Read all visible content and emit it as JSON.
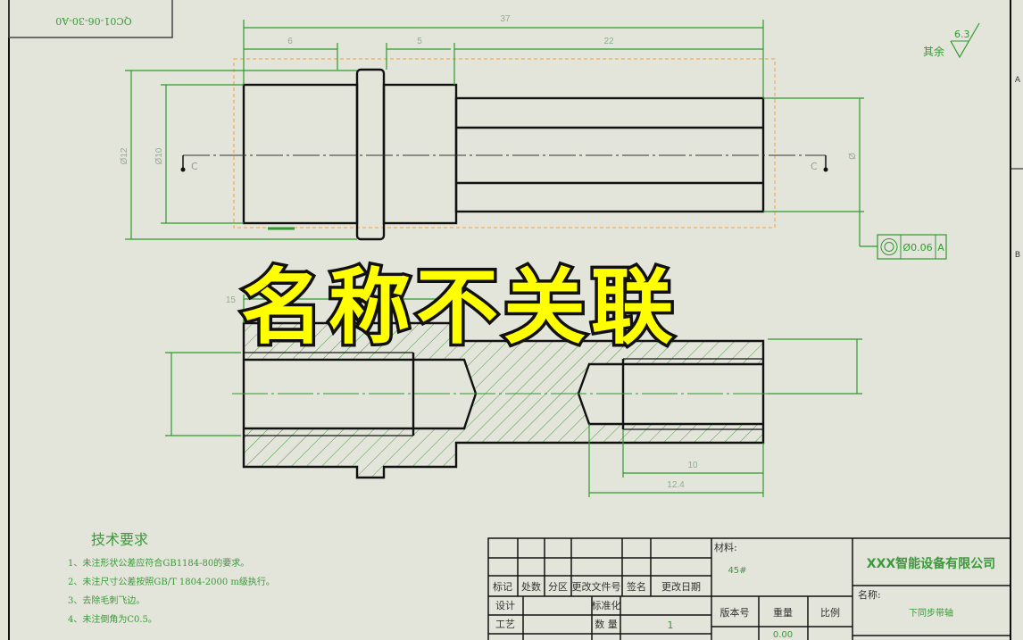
{
  "drawing": {
    "drawing_number": "QC01-06-30-A0",
    "zone_labels": [
      "A",
      "B"
    ],
    "dimensions": {
      "overall_length": "37",
      "left_body": "6",
      "middle": "5",
      "shaft": "22",
      "dia_outer": "Ø12",
      "dia_body": "Ø10",
      "dia_shaft": "Ø",
      "section_top": "15",
      "thread_depth": "10",
      "hole_depth": "12.4"
    },
    "section_markers": [
      "C",
      "C"
    ],
    "surface_finish": {
      "label": "其余",
      "value": "6.3"
    },
    "tolerance_frame": {
      "symbol": "concentricity-icon",
      "value": "Ø0.06",
      "datum": "A"
    },
    "overlay_caption": "名称不关联",
    "colors": {
      "lines": "#111111",
      "dimensions": "#2f9a2f",
      "caption": "#ffff00",
      "selection": "#f0a040"
    }
  },
  "tech_requirements": {
    "title": "技术要求",
    "items": [
      "1、未注形状公差应符合GB1184-80的要求。",
      "2、未注尺寸公差按照GB/T 1804-2000 m级执行。",
      "3、去除毛刺飞边。",
      "4、未注倒角为C0.5。"
    ]
  },
  "title_block": {
    "revision_headers": [
      "标记",
      "处数",
      "分区",
      "更改文件号",
      "签名",
      "更改日期"
    ],
    "design": "设计",
    "standardization": "标准化",
    "process": "工艺",
    "quantity_label": "数 量",
    "quantity": "1",
    "material_label": "材料:",
    "material": "45#",
    "version_label": "版本号",
    "weight_label": "重量",
    "scale_label": "比例",
    "weight": "0.00",
    "company": "XXX智能设备有限公司",
    "name_label": "名称:",
    "part_name": "下同步带轴"
  }
}
